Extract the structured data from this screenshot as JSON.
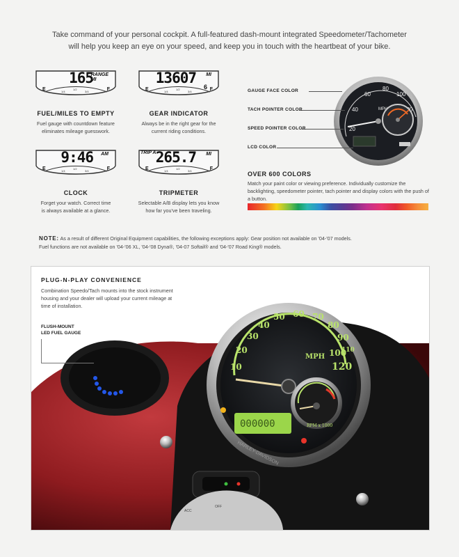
{
  "intro": {
    "line1": "Take command of your personal cockpit. A full-featured dash-mount integrated Speedometer/Tachometer",
    "line2": "will help you keep an eye on your speed, and keep you in touch with the heartbeat of your bike."
  },
  "features": [
    {
      "title": "FUEL/MILES TO EMPTY",
      "desc1": "Fuel gauge with countdown feature",
      "desc2": "eliminates mileage guesswork.",
      "lcd_value": "165",
      "lcd_unit1": "RANGE",
      "lcd_unit2": "MI"
    },
    {
      "title": "GEAR INDICATOR",
      "desc1": "Always be in the right gear for the",
      "desc2": "current riding conditions.",
      "lcd_value": "13607",
      "lcd_unit1": "MI",
      "lcd_gear": "6"
    },
    {
      "title": "CLOCK",
      "desc1": "Forget your watch. Correct time",
      "desc2": "is always available at a glance.",
      "lcd_value": "9:46",
      "lcd_unit1": "AM"
    },
    {
      "title": "TRIPMETER",
      "desc1": "Selectable A/B display lets you know",
      "desc2": "how far you've been traveling.",
      "lcd_value": "265.7",
      "lcd_unit1": "MI",
      "lcd_tag": "TRIP A"
    }
  ],
  "gauge_fuel_letters": {
    "empty": "E",
    "full": "F",
    "quarter": "1/4",
    "half": "1/2",
    "three_quarter": "3/4"
  },
  "gauge_labels": [
    "GAUGE FACE COLOR",
    "TACH POINTER COLOR",
    "SPEED POINTER COLOR",
    "LCD COLOR"
  ],
  "colors": {
    "title": "OVER 600 COLORS",
    "desc": "Match your paint color or viewing preference. Individually customize the backlighting, speedometer pointer, tach pointer and display colors with the push of a button."
  },
  "note": {
    "label": "NOTE:",
    "line1": "As a result of different Original Equipment capabilities, the following exceptions apply: Gear position not available on '04-'07 models.",
    "line2": "Fuel functions are not available on '04-'06 XL, '04-'08 Dyna®, '04-07 Softail® and '04-'07 Road King® models."
  },
  "plug": {
    "title": "PLUG-N-PLAY CONVENIENCE",
    "desc": "Combination Speedo/Tach mounts into the stock instrument housing and your dealer will upload your current mileage at time of installation.",
    "fm_label1": "FLUSH-MOUNT",
    "fm_label2": "LED FUEL GAUGE"
  },
  "speedo_small": {
    "ticks": [
      "20",
      "40",
      "60",
      "80",
      "100",
      "120"
    ],
    "unit": "MPH"
  },
  "speedo_large": {
    "ticks": [
      "10",
      "20",
      "30",
      "40",
      "50",
      "60",
      "70",
      "80",
      "90",
      "100",
      "110",
      "120"
    ],
    "unit": "MPH",
    "lcd": "000000",
    "tach_unit": "RPM x 1000",
    "brand": "HARLEY-DAVIDSON",
    "switch_acc": "ACC",
    "switch_off": "OFF"
  },
  "palette": {
    "accent_green": "#b9e36b",
    "bike_red": "#8e1b1f",
    "led_blue": "#2457e8"
  }
}
